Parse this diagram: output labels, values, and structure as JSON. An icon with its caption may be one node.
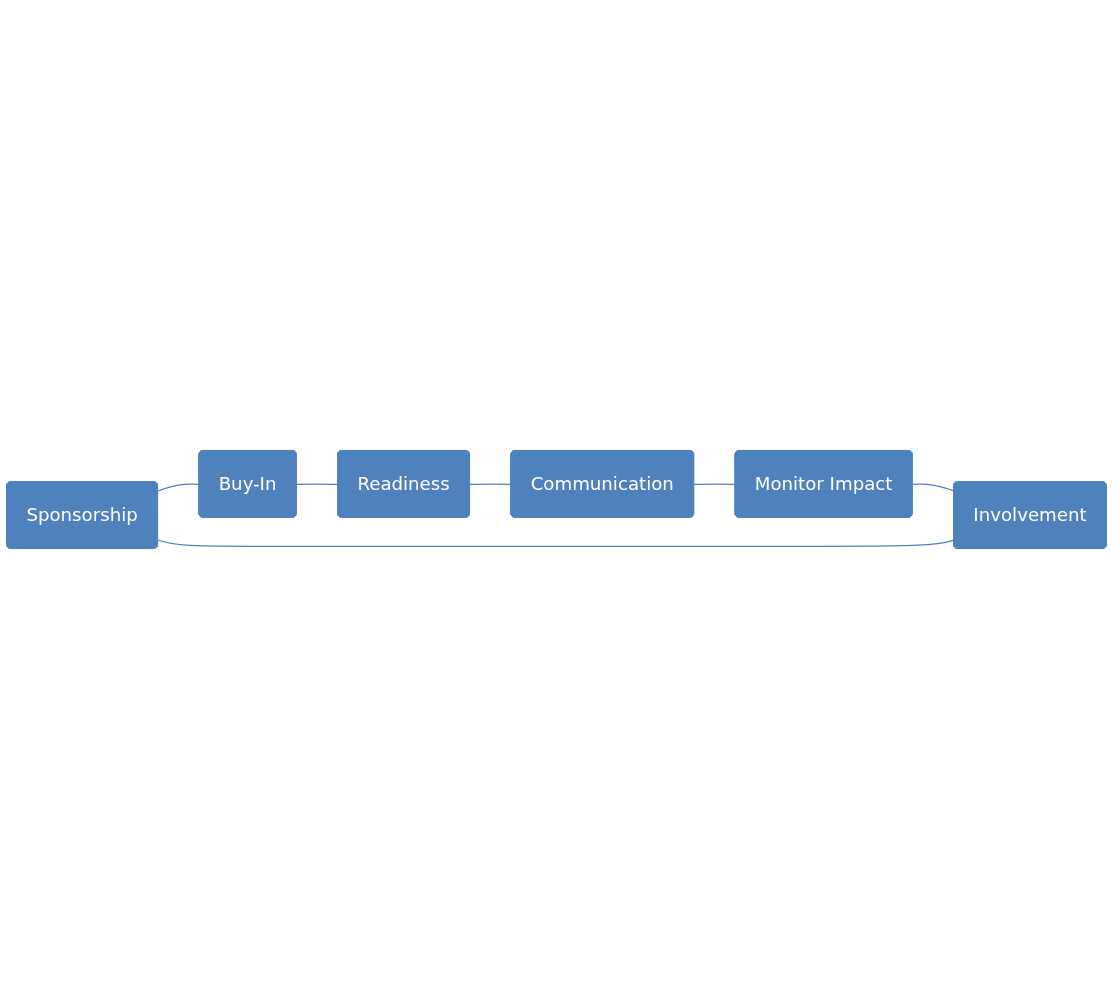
{
  "diagram": {
    "nodes": [
      {
        "text": [
          "Sponsorship"
        ]
      },
      {
        "text": [
          "Buy-In"
        ]
      },
      {
        "text": [
          "Readiness"
        ]
      },
      {
        "text": [
          "Communication"
        ]
      },
      {
        "text": [
          "Monitor Impact"
        ]
      },
      {
        "text": [
          "Involvement"
        ]
      }
    ],
    "edges": [
      {
        "from": 0,
        "to": 1,
        "arrow": "none"
      },
      {
        "from": 1,
        "to": 2,
        "arrow": "none"
      },
      {
        "from": 2,
        "to": 3,
        "arrow": "none"
      },
      {
        "from": 3,
        "to": 4,
        "arrow": "none"
      },
      {
        "from": 4,
        "to": 5,
        "arrow": "none"
      },
      {
        "from": 5,
        "to": 0,
        "arrow": "none"
      }
    ]
  }
}
